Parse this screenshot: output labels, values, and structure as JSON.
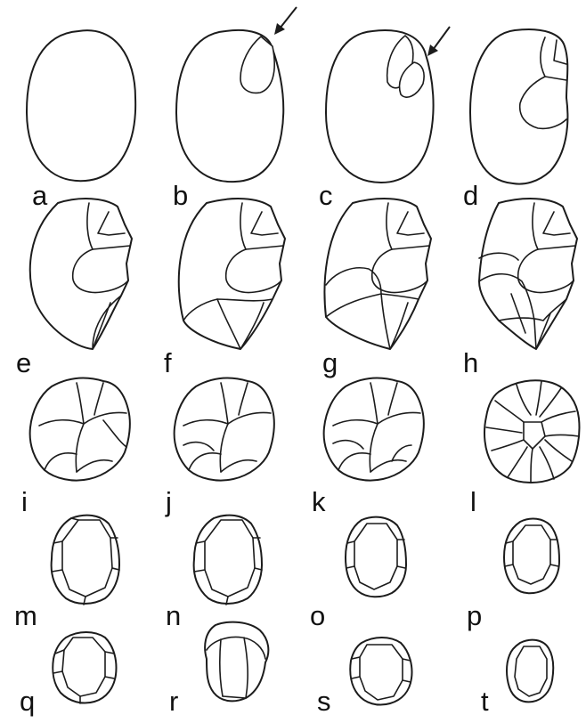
{
  "labels": {
    "a": "a",
    "b": "b",
    "c": "c",
    "d": "d",
    "e": "e",
    "f": "f",
    "g": "g",
    "h": "h",
    "i": "i",
    "j": "j",
    "k": "k",
    "l": "l",
    "m": "m",
    "n": "n",
    "o": "o",
    "p": "p",
    "q": "q",
    "r": "r",
    "s": "s",
    "t": "t"
  },
  "colors": {
    "line": "#1c1c1c",
    "background": "#ffffff"
  }
}
